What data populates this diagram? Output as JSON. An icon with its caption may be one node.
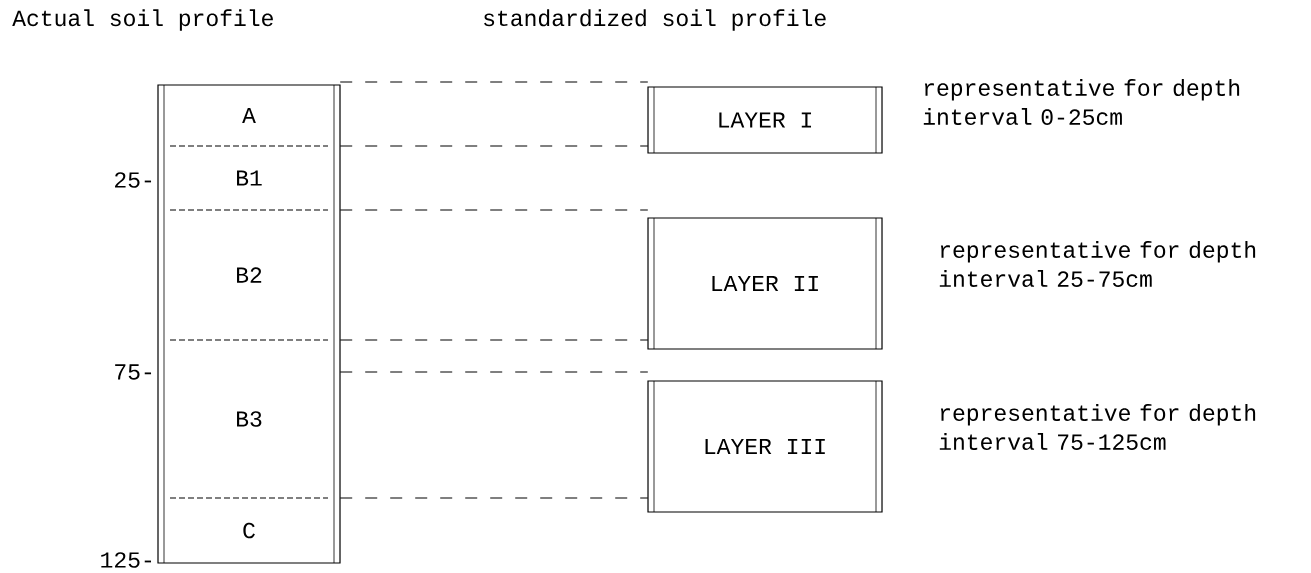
{
  "diagram": {
    "nodes": [
      {
        "text": [],
        "shape": "box"
      },
      {
        "text": [
          "A"
        ],
        "in": 0
      },
      {
        "text": [
          "B1"
        ],
        "in": 0
      },
      {
        "text": [
          "B2"
        ],
        "in": 0
      },
      {
        "text": [
          "B3"
        ],
        "in": 0
      },
      {
        "text": [
          "C"
        ],
        "in": 0
      },
      {
        "text": [
          "LAYER I"
        ],
        "beside": [
          "representative for depth interval 0-25cm"
        ]
      },
      {
        "text": [
          "LAYER II"
        ],
        "beside": [
          "representative for depth interval 25-75cm"
        ]
      },
      {
        "text": [
          "LAYER III"
        ],
        "beside": [
          "representative for depth interval 75-125cm"
        ]
      }
    ],
    "edges": [
      {
        "from": 0,
        "to": 6,
        "arrow": "none",
        "style": "dashed"
      },
      {
        "from": 0,
        "to": 6,
        "arrow": "none",
        "style": "dashed"
      },
      {
        "from": 0,
        "to": 7,
        "arrow": "none",
        "style": "dashed"
      },
      {
        "from": 0,
        "to": 7,
        "arrow": "none",
        "style": "dashed"
      },
      {
        "from": 0,
        "to": 8,
        "arrow": "none",
        "style": "dashed"
      },
      {
        "from": 0,
        "to": 8,
        "arrow": "none",
        "style": "dashed"
      }
    ],
    "labels": [
      "Actual soil profile",
      "standardized soil profile",
      "25-",
      "75-",
      "125-"
    ]
  }
}
